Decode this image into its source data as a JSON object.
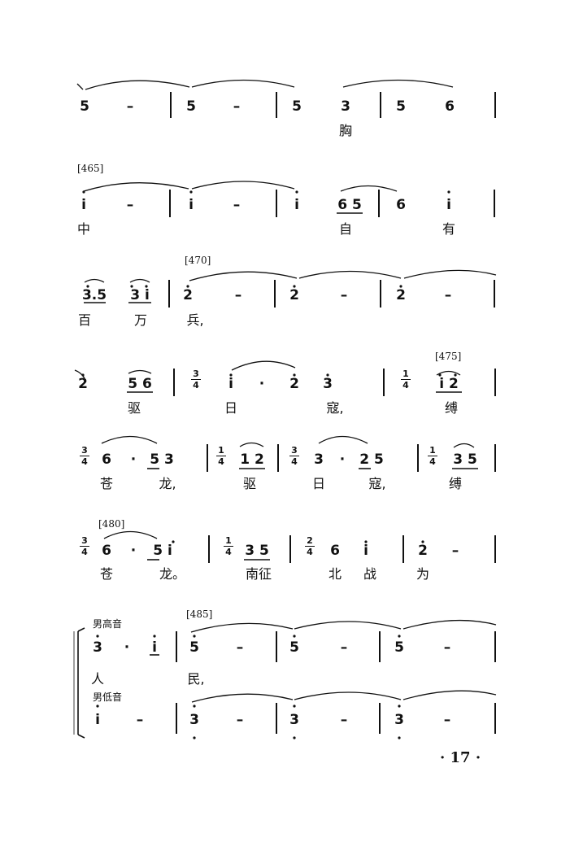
{
  "page_number": "· 17 ·",
  "rows": [
    {
      "notes": [
        "5",
        "–",
        "5",
        "–",
        "5",
        "3",
        "5",
        "6"
      ],
      "lyrics": [
        "胸"
      ]
    },
    {
      "marker": "[465]",
      "notes": [
        "i",
        "–",
        "i",
        "–",
        "i",
        "6 5",
        "6",
        "i"
      ],
      "lyrics": [
        "中",
        "自",
        "有"
      ]
    },
    {
      "marker": "[470]",
      "notes": [
        "3.5",
        "3 i",
        "2",
        "–",
        "2",
        "–",
        "2",
        "–"
      ],
      "lyrics": [
        "百",
        "万",
        "兵,"
      ]
    },
    {
      "marker": "[475]",
      "time_signatures": [
        [
          "3",
          "4"
        ],
        [
          "1",
          "4"
        ]
      ],
      "notes": [
        "2",
        "5 6",
        "i",
        "·",
        "2",
        "3",
        "i 2"
      ],
      "lyrics": [
        "驱",
        "日",
        "寇,",
        "缚"
      ]
    },
    {
      "time_signatures": [
        [
          "3",
          "4"
        ],
        [
          "1",
          "4"
        ],
        [
          "3",
          "4"
        ],
        [
          "1",
          "4"
        ]
      ],
      "notes": [
        "6",
        "·",
        "5 3",
        "1 2",
        "3",
        "·",
        "2 5",
        "3 5"
      ],
      "lyrics": [
        "苍",
        "龙,",
        "驱",
        "日",
        "寇,",
        "缚"
      ]
    },
    {
      "marker": "[480]",
      "time_signatures": [
        [
          "3",
          "4"
        ],
        [
          "1",
          "4"
        ],
        [
          "2",
          "4"
        ]
      ],
      "notes": [
        "6",
        "·",
        "5 i",
        "3 5",
        "6",
        "i",
        "2",
        "–"
      ],
      "lyrics": [
        "苍",
        "龙。",
        "南征",
        "北",
        "战",
        "为"
      ]
    }
  ],
  "system": {
    "marker": "[485]",
    "tenor_label": "男高音",
    "bass_label": "男低音",
    "tenor_notes": [
      "3",
      "·",
      "i",
      "5",
      "–",
      "5",
      "–",
      "5",
      "–"
    ],
    "tenor_lyrics": [
      "人",
      "民,"
    ],
    "bass_notes": [
      "i",
      "–",
      "3",
      "–",
      "3",
      "–",
      "3",
      "–"
    ]
  }
}
